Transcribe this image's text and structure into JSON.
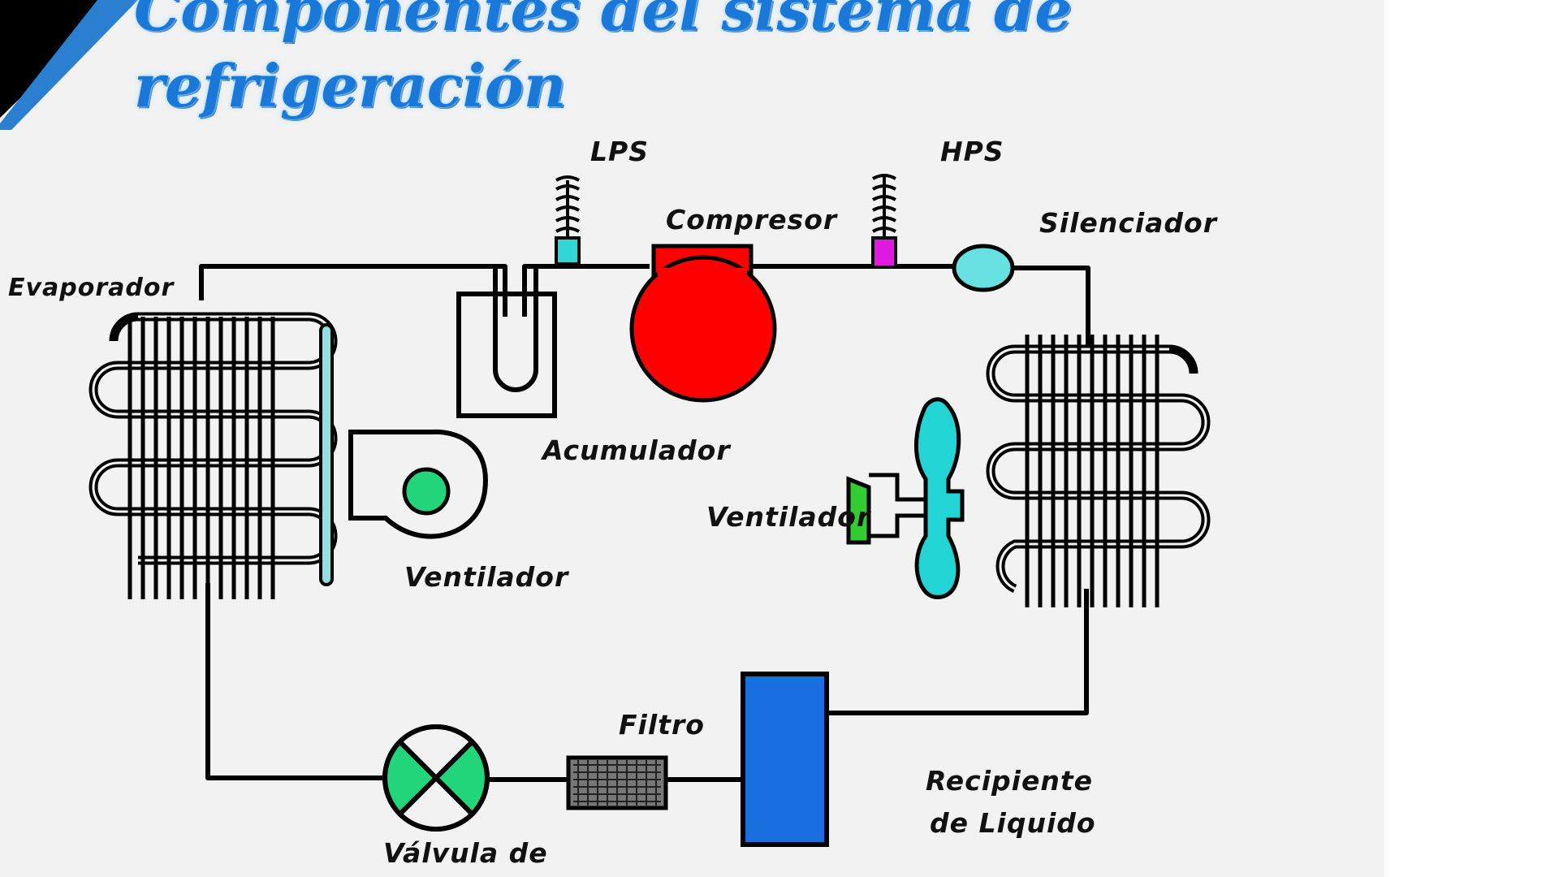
{
  "title": {
    "line1": "Componentes del sistema de",
    "line2": "refrigeración"
  },
  "labels": {
    "lps": "LPS",
    "hps": "HPS",
    "compresor": "Compresor",
    "silenciador": "Silenciador",
    "evaporador": "Evaporador",
    "acumulador": "Acumulador",
    "ventilador_evaporador": "Ventilador",
    "ventilador_condensador": "Ventilador",
    "filtro": "Filtro",
    "recipiente_line1": "Recipiente",
    "recipiente_line2": "de Liquido",
    "valvula": "Válvula de"
  },
  "colors": {
    "title": "#1a78d8",
    "compressor": "#ff0000",
    "lps_switch": "#33d6d6",
    "hps_switch": "#e01ae0",
    "muffler": "#66e0e0",
    "fan": "#22d47a",
    "condenser_fan": "#22d4d4",
    "condenser_motor": "#33cc33",
    "receiver": "#1a6fe0",
    "pipe": "#000000"
  }
}
